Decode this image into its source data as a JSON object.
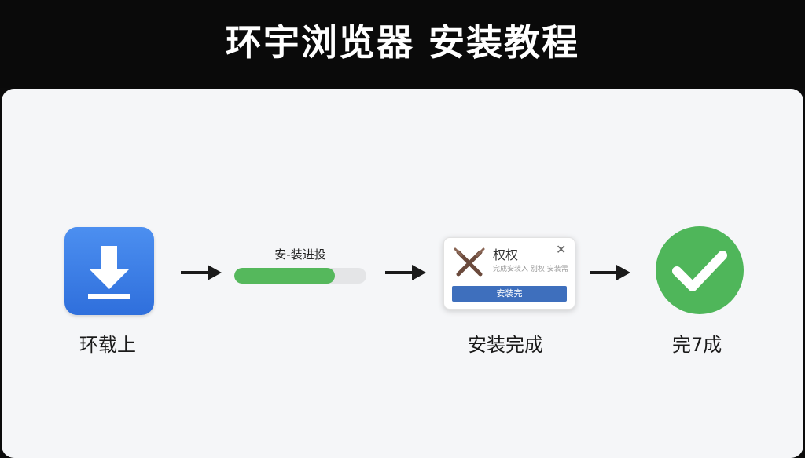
{
  "header": {
    "title": "环宇浏览器 安装教程"
  },
  "steps": {
    "download": {
      "label": "环载上",
      "icon": "download-icon"
    },
    "progress": {
      "label": "安-装进投",
      "value": 0.76
    },
    "permission": {
      "icon": "crossed-tools-icon",
      "title": "权权",
      "close": "✕",
      "text": "完成安装入 别权 安装需",
      "button": "安装完"
    },
    "install": {
      "label": "安装完成"
    },
    "done": {
      "label": "完7成",
      "icon": "checkmark-icon"
    }
  },
  "colors": {
    "header_bg": "#0a0a0a",
    "panel_bg": "#f5f6f8",
    "download_blue": "#3a7ee6",
    "progress_green": "#55b85c",
    "dialog_button_blue": "#3e6fbd",
    "done_green": "#4fb65a"
  }
}
